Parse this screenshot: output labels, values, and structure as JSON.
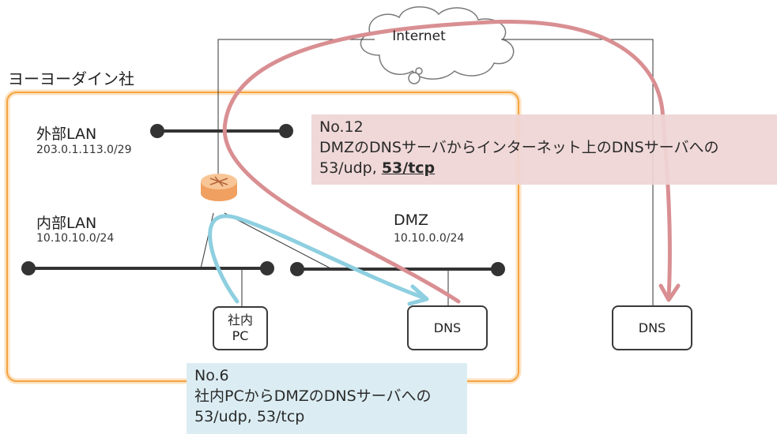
{
  "company": "ヨーヨーダイン社",
  "internet": {
    "label": "Internet"
  },
  "segments": {
    "external": {
      "name": "外部LAN",
      "cidr": "203.0.1.113.0/29"
    },
    "internal": {
      "name": "内部LAN",
      "cidr": "10.10.10.0/24"
    },
    "dmz": {
      "name": "DMZ",
      "cidr": "10.10.0.0/24"
    }
  },
  "nodes": {
    "internal_pc": "社内\nPC",
    "dmz_dns": "DNS",
    "internet_dns": "DNS"
  },
  "callouts": {
    "red": {
      "no": "No.12",
      "text": "DMZのDNSサーバからインターネット上のDNSサーバへの",
      "ports_plain": "53/udp, ",
      "ports_emph": "53/tcp"
    },
    "blue": {
      "no": "No.6",
      "text": "社内PCからDMZのDNSサーバへの",
      "ports": "53/udp, 53/tcp"
    }
  },
  "colors": {
    "company_border": "#f5a442",
    "company_glow": "#fde3c2",
    "red_flow": "#d98f92",
    "blue_flow": "#8ecfe0",
    "red_callout_bg": "#efd5d5",
    "blue_callout_bg": "#dbedf3",
    "router": "#f5ad6a"
  }
}
